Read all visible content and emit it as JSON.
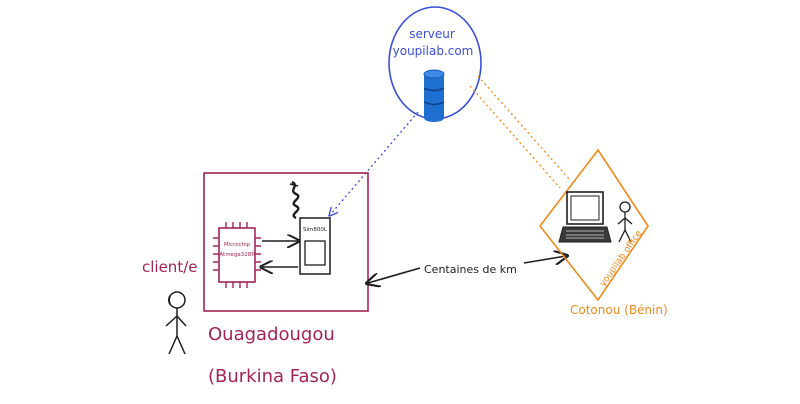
{
  "colors": {
    "server": "#3a4fd8",
    "client_box": "#a3245a",
    "office": "#f08a1c",
    "ink": "#1e1e1e",
    "db": "#1f6fd1"
  },
  "icons": {
    "database": "database-icon",
    "laptop": "laptop-icon",
    "chip": "microchip-icon",
    "sim": "sim800l-module-icon",
    "antenna": "antenna-icon",
    "person": "stick-figure-icon"
  },
  "server": {
    "line1": "serveur",
    "line2": "youpilab.com"
  },
  "chip_label": {
    "line1": "Microchip",
    "line2": "Atmega328P"
  },
  "sim_label": "Sim800L",
  "client_label": "client/e",
  "location_client": {
    "city": "Ouagadougou",
    "country": "(Burkina Faso)"
  },
  "distance_label": "Centaines de km",
  "office_label": "youpilab office",
  "location_office": "Cotonou (Bénin)"
}
